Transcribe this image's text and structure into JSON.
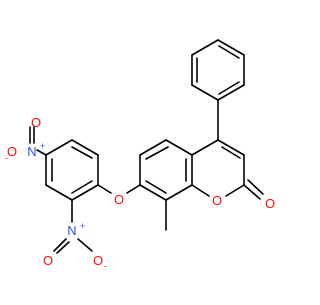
{
  "diagram": {
    "type": "chemical-structure",
    "colors": {
      "bond": "#000000",
      "oxygen": "#ff0d0d",
      "nitrogen": "#3050f8",
      "carbon": "#000000"
    },
    "atom_labels": {
      "nitro_top_o": "O",
      "nitro_top_n": "N",
      "nitro_top_o2": "O",
      "nitro_bottom_n": "N",
      "nitro_bottom_o1": "O",
      "nitro_bottom_o2": "O",
      "ether_o": "O",
      "ring_o": "O",
      "carbonyl_o": "O",
      "charge_plus": "+",
      "charge_minus": "-"
    }
  }
}
